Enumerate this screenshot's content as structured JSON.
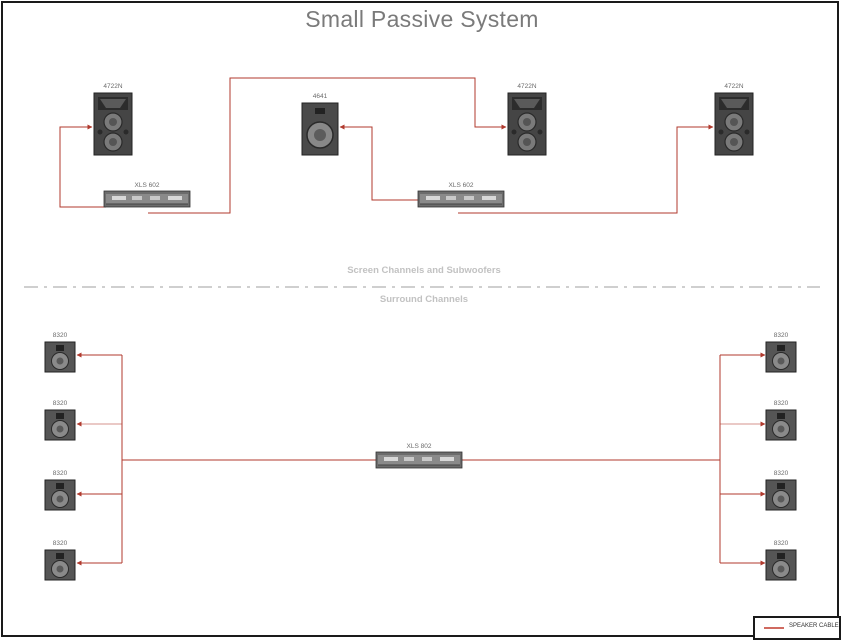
{
  "title": "Small Passive System",
  "sections": {
    "upper": "Screen Channels and Subwoofers",
    "lower": "Surround Channels"
  },
  "screen_speakers": [
    {
      "label": "4722N",
      "type": "screen-speaker"
    },
    {
      "label": "4641",
      "type": "subwoofer"
    },
    {
      "label": "4722N",
      "type": "screen-speaker"
    },
    {
      "label": "4722N",
      "type": "screen-speaker"
    }
  ],
  "amplifiers": [
    {
      "label": "XLS 602"
    },
    {
      "label": "XLS 602"
    },
    {
      "label": "XLS 802"
    }
  ],
  "surround_left": [
    "8320",
    "8320",
    "8320",
    "8320"
  ],
  "surround_right": [
    "8320",
    "8320",
    "8320",
    "8320"
  ],
  "legend": {
    "label": "SPEAKER CABLE",
    "color": "#c0392b"
  },
  "colors": {
    "cable": "#b03a2e",
    "divider": "#bfbfbf",
    "speaker": "#3d3d3d"
  }
}
